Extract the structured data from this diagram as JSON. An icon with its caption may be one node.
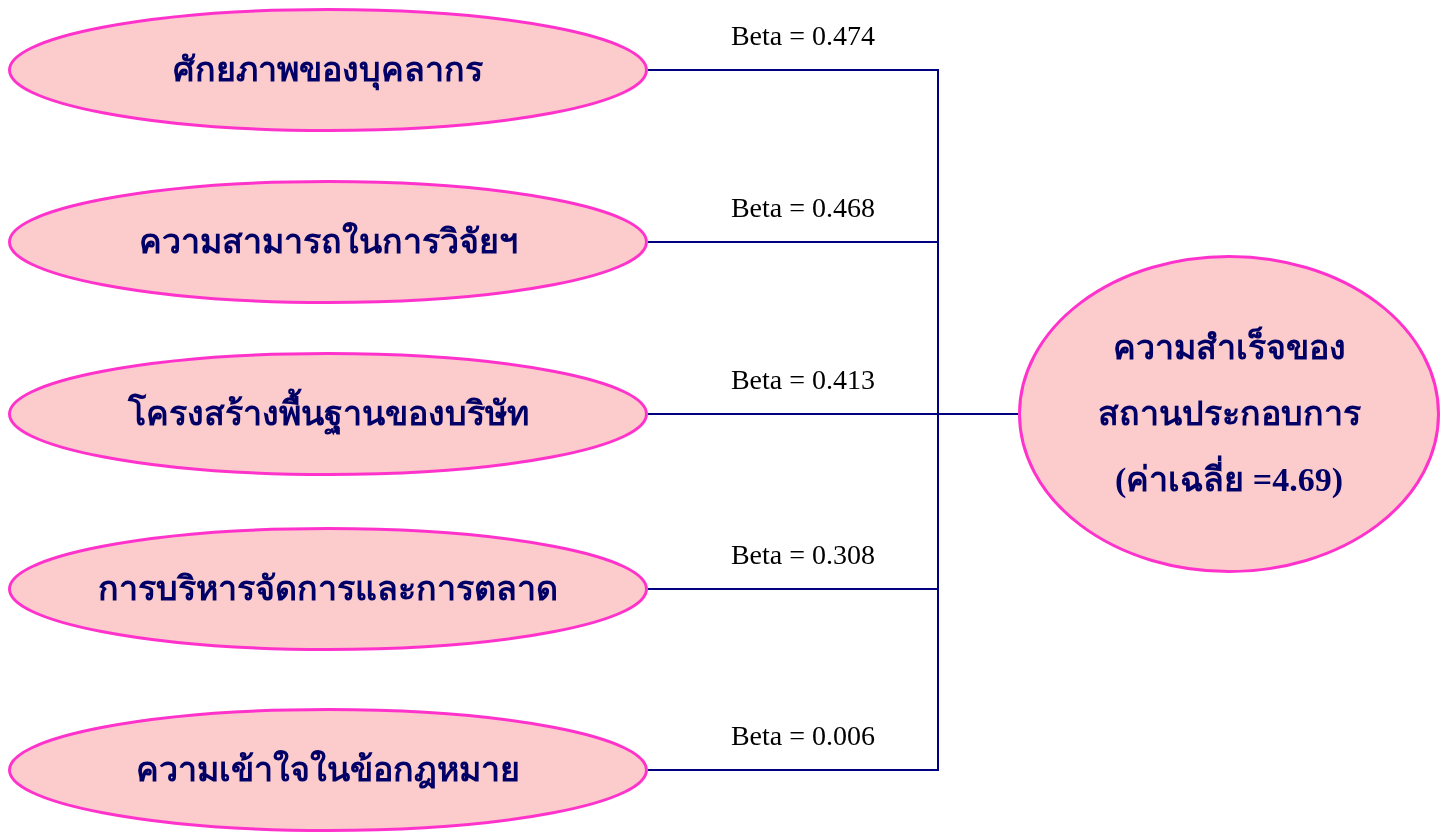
{
  "diagram": {
    "nodes": [
      {
        "text": [
          "ศักยภาพของบุคลากร"
        ]
      },
      {
        "text": [
          "ความสามารถในการวิจัยฯ"
        ]
      },
      {
        "text": [
          "โครงสร้างพื้นฐานของบริษัท"
        ]
      },
      {
        "text": [
          "การบริหารจัดการและการตลาด"
        ]
      },
      {
        "text": [
          "ความเข้าใจในข้อกฎหมาย"
        ]
      },
      {
        "text": [
          "ความสำเร็จของ",
          "สถานประกอบการ",
          "(ค่าเฉลี่ย =4.69)"
        ]
      }
    ],
    "edges": [
      {
        "from": 0,
        "to": 5,
        "arrow": "none",
        "label": "Beta = 0.474"
      },
      {
        "from": 1,
        "to": 5,
        "arrow": "none",
        "label": "Beta = 0.468"
      },
      {
        "from": 2,
        "to": 5,
        "arrow": "none",
        "label": "Beta = 0.413"
      },
      {
        "from": 3,
        "to": 5,
        "arrow": "none",
        "label": "Beta = 0.308"
      },
      {
        "from": 4,
        "to": 5,
        "arrow": "none",
        "label": "Beta = 0.006"
      }
    ]
  }
}
